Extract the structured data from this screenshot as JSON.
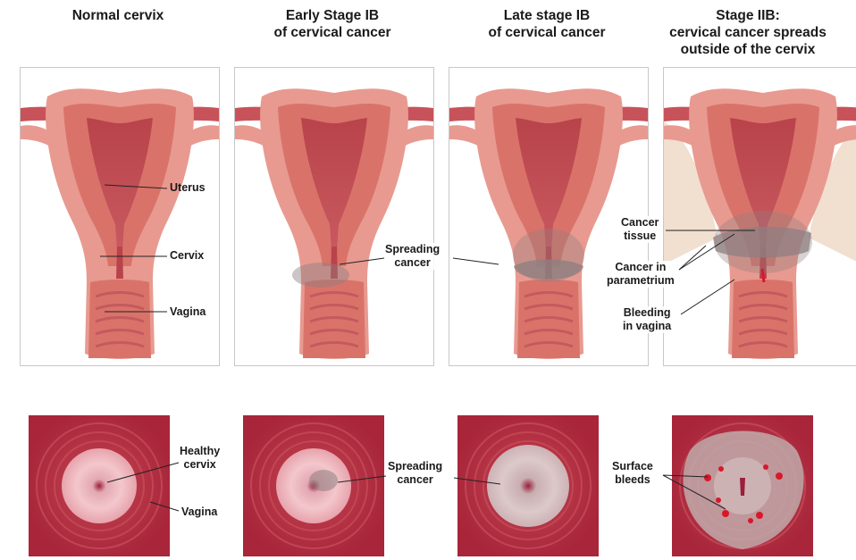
{
  "columns": [
    {
      "title": "Normal cervix"
    },
    {
      "title": "Early Stage IB\nof cervical cancer"
    },
    {
      "title": "Late stage IB\nof cervical cancer"
    },
    {
      "title": "Stage IIB:\ncervical cancer spreads\noutside of the cervix"
    }
  ],
  "labels": {
    "uterus": "Uterus",
    "cervix": "Cervix",
    "vagina": "Vagina",
    "spreading_cancer_early": "Spreading\ncancer",
    "cancer_tissue": "Cancer\ntissue",
    "cancer_parametrium": "Cancer in\nparametrium",
    "bleeding_vagina": "Bleeding\nin vagina",
    "healthy_cervix": "Healthy\ncervix",
    "vagina_bottom": "Vagina",
    "spreading_cancer_bottom": "Spreading\ncancer",
    "surface_bleeds": "Surface\nbleeds"
  },
  "colors": {
    "tissue_light": "#e89a90",
    "tissue_mid": "#d9736a",
    "tissue_dark": "#b9434a",
    "cancer_gray": "#8e7f80",
    "fat_beige": "#f1dfcf",
    "square_bg": "#b7303c",
    "blood": "#d8182a"
  }
}
